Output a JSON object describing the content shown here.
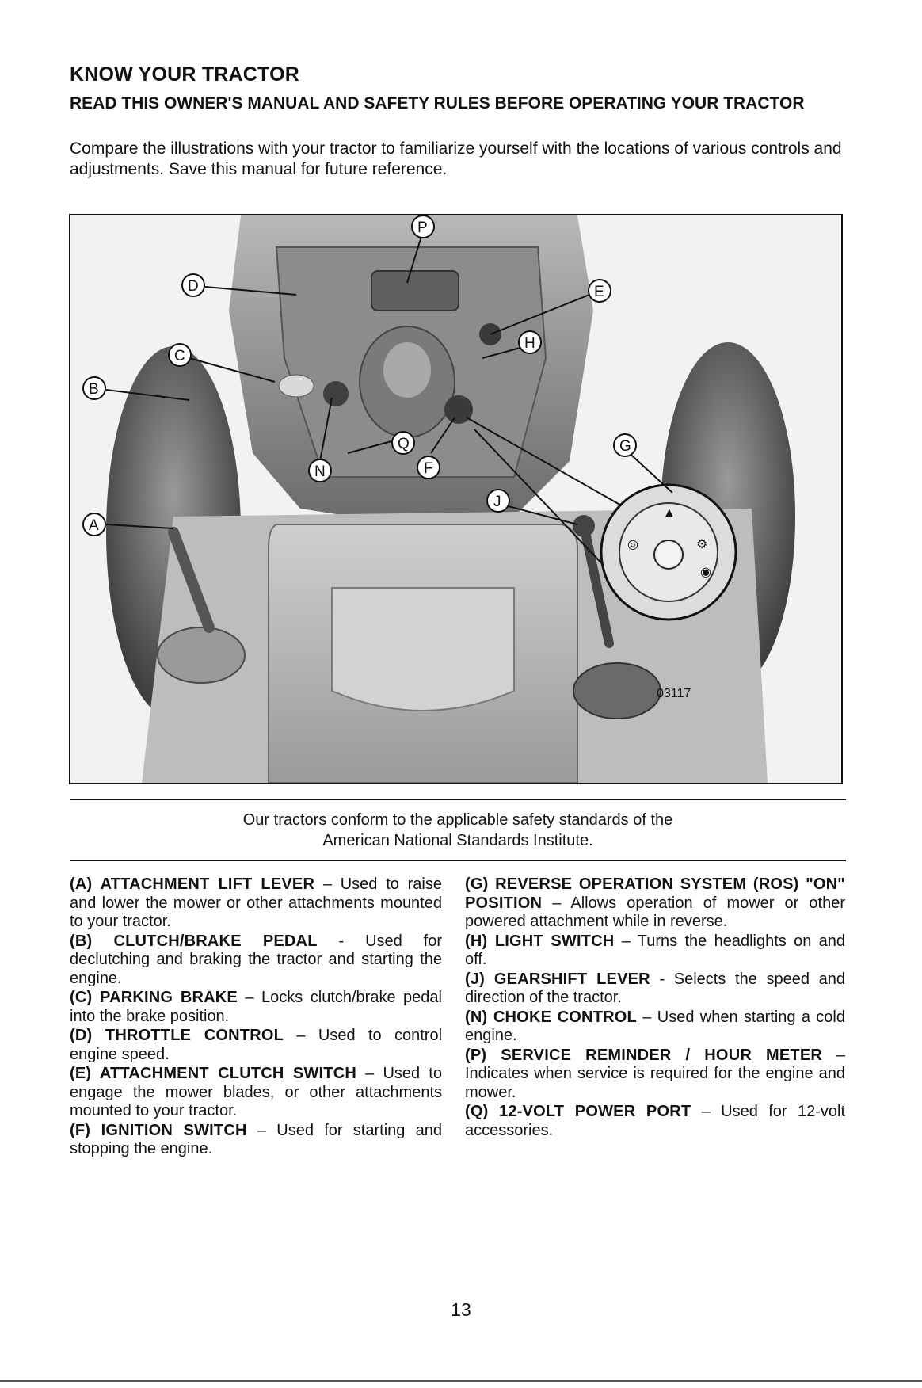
{
  "heading": "KNOW YOUR TRACTOR",
  "subheading": "READ THIS OWNER'S MANUAL AND SAFETY RULES BEFORE OPERATING YOUR TRACTOR",
  "intro": "Compare the illustrations with your tractor to familiarize yourself with the locations of various controls and adjustments. Save this manual for future reference.",
  "figure": {
    "id_number": "03117",
    "callouts": [
      "A",
      "B",
      "C",
      "D",
      "E",
      "F",
      "G",
      "H",
      "J",
      "N",
      "P",
      "Q"
    ]
  },
  "caption": {
    "line1": "Our tractors conform to the applicable safety standards of the",
    "line2": "American National Standards Institute."
  },
  "left_entries": [
    {
      "term": "(A) ATTACHMENT LIFT LEVER",
      "desc": " – Used to raise and lower the mower or other attachments mounted to your tractor."
    },
    {
      "term": "(B) CLUTCH/BRAKE PEDAL",
      "desc": " - Used for declutching and braking the tractor and starting the engine."
    },
    {
      "term": "(C) PARKING BRAKE",
      "desc": " – Locks clutch/brake pedal into the brake position."
    },
    {
      "term": "(D) THROTTLE CONTROL",
      "desc": " – Used to control engine speed."
    },
    {
      "term": "(E) ATTACHMENT CLUTCH SWITCH",
      "desc": " – Used to engage the mower blades, or other attachments mounted to your tractor."
    },
    {
      "term": "(F) IGNITION SWITCH",
      "desc": " – Used for starting and stopping the engine."
    }
  ],
  "right_entries": [
    {
      "term": "(G) REVERSE OPERATION SYSTEM (ROS) \"ON\" POSITION",
      "desc": " – Allows operation of mower or other powered attachment while in reverse."
    },
    {
      "term": "(H) LIGHT SWITCH",
      "desc": " – Turns the headlights on and off."
    },
    {
      "term": "(J) GEARSHIFT LEVER",
      "desc": " - Selects the speed and direction of the tractor."
    },
    {
      "term": "(N) CHOKE CONTROL",
      "desc": " – Used when starting a cold engine."
    },
    {
      "term": "(P) SERVICE REMINDER / HOUR METER",
      "desc": " – Indicates when service is required for the engine and mower."
    },
    {
      "term": "(Q) 12-VOLT POWER PORT",
      "desc": " – Used for 12-volt accessories."
    }
  ],
  "page_number": "13"
}
